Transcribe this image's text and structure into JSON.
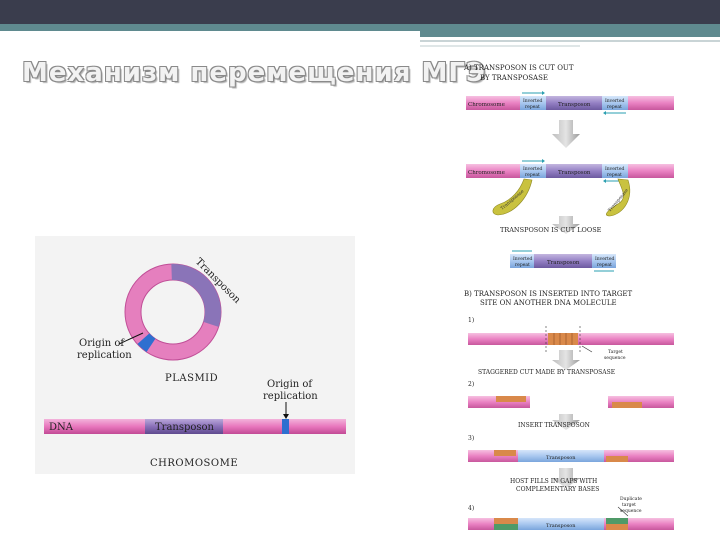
{
  "slide": {
    "title": "Механизм перемещения МГЭ"
  },
  "left_figure": {
    "transposon": "Transposon",
    "origin_plasmid": [
      "Origin of",
      "replication"
    ],
    "plasmid": "PLASMID",
    "origin_chromosome": [
      "Origin of",
      "replication"
    ],
    "dna": "DNA",
    "chromosome": "CHROMOSOME"
  },
  "right_figure": {
    "step_a": [
      "A)  TRANSPOSON IS CUT OUT",
      "BY TRANSPOSASE"
    ],
    "chromosome": "Chromosome",
    "inverted_repeat": [
      "Inverted",
      "repeat"
    ],
    "transposon": "Transposon",
    "transposase": "Transposase",
    "cut_loose": "TRANSPOSON IS CUT LOOSE",
    "step_b": [
      "B)  TRANSPOSON IS INSERTED INTO TARGET",
      "SITE ON ANOTHER DNA MOLECULE"
    ],
    "n1": "1)",
    "target_sequence": [
      "Target",
      "sequence"
    ],
    "staggered": "STAGGERED CUT MADE BY TRANSPOSASE",
    "n2": "2)",
    "insert": "INSERT TRANSPOSON",
    "n3": "3)",
    "host_fills": [
      "HOST FILLS IN GAPS WITH",
      "COMPLEMENTARY BASES"
    ],
    "n4": "4)",
    "duplicate": [
      "Duplicate",
      "target",
      "sequence"
    ]
  },
  "colors": {
    "top_bar": "#3a3d4d",
    "accent_teal": "#5f8a8f",
    "dna_pink": "#e87fc0",
    "transposon_purple": "#8a74b8",
    "origin_blue": "#2e6fd0",
    "inverted_repeat_blue": "#a9c8ef",
    "transposase_yellow": "#c9c23f",
    "target_orange": "#d9894a",
    "arrow_gray": "#9a9a9a"
  }
}
